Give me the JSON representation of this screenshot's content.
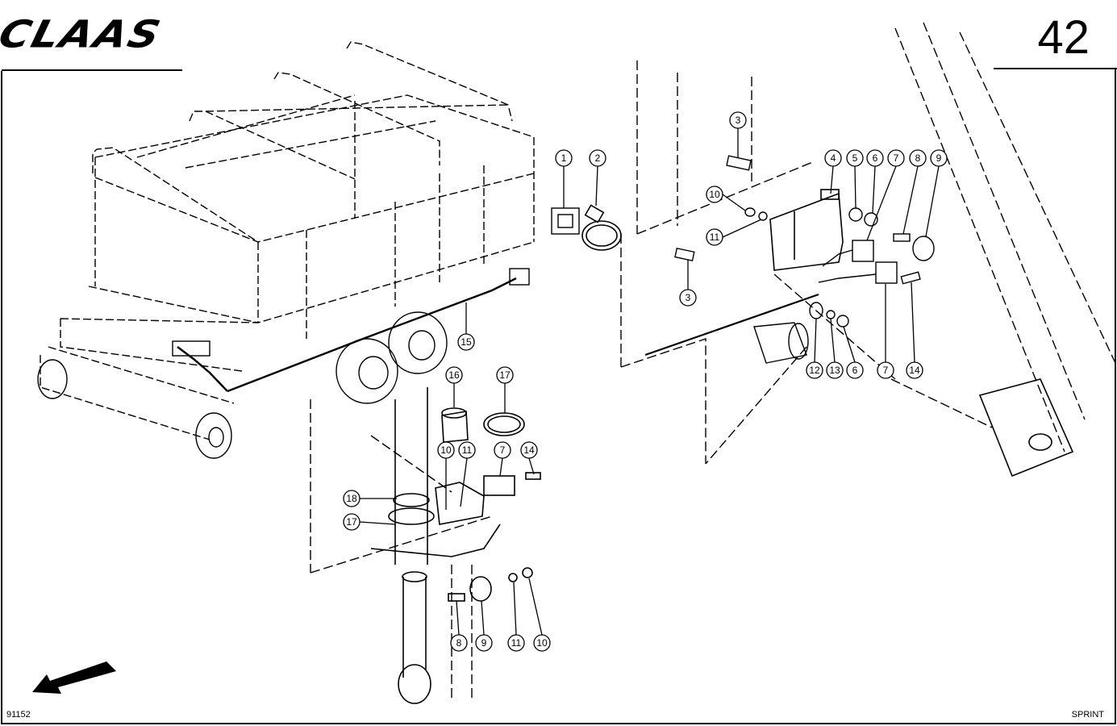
{
  "header": {
    "brand": "CLAAS",
    "page_number": "42"
  },
  "footer": {
    "drawing_number": "91152",
    "model": "SPRINT"
  },
  "callouts": {
    "c1": "1",
    "c2": "2",
    "c3a": "3",
    "c3b": "3",
    "c4": "4",
    "c5": "5",
    "c6a": "6",
    "c6b": "6",
    "c7a": "7",
    "c7b": "7",
    "c7c": "7",
    "c8a": "8",
    "c8b": "8",
    "c9a": "9",
    "c9b": "9",
    "c10a": "10",
    "c10b": "10",
    "c10c": "10",
    "c11a": "11",
    "c11b": "11",
    "c11c": "11",
    "c12": "12",
    "c13": "13",
    "c14a": "14",
    "c14b": "14",
    "c15": "15",
    "c16": "16",
    "c17a": "17",
    "c17b": "17",
    "c18": "18"
  }
}
